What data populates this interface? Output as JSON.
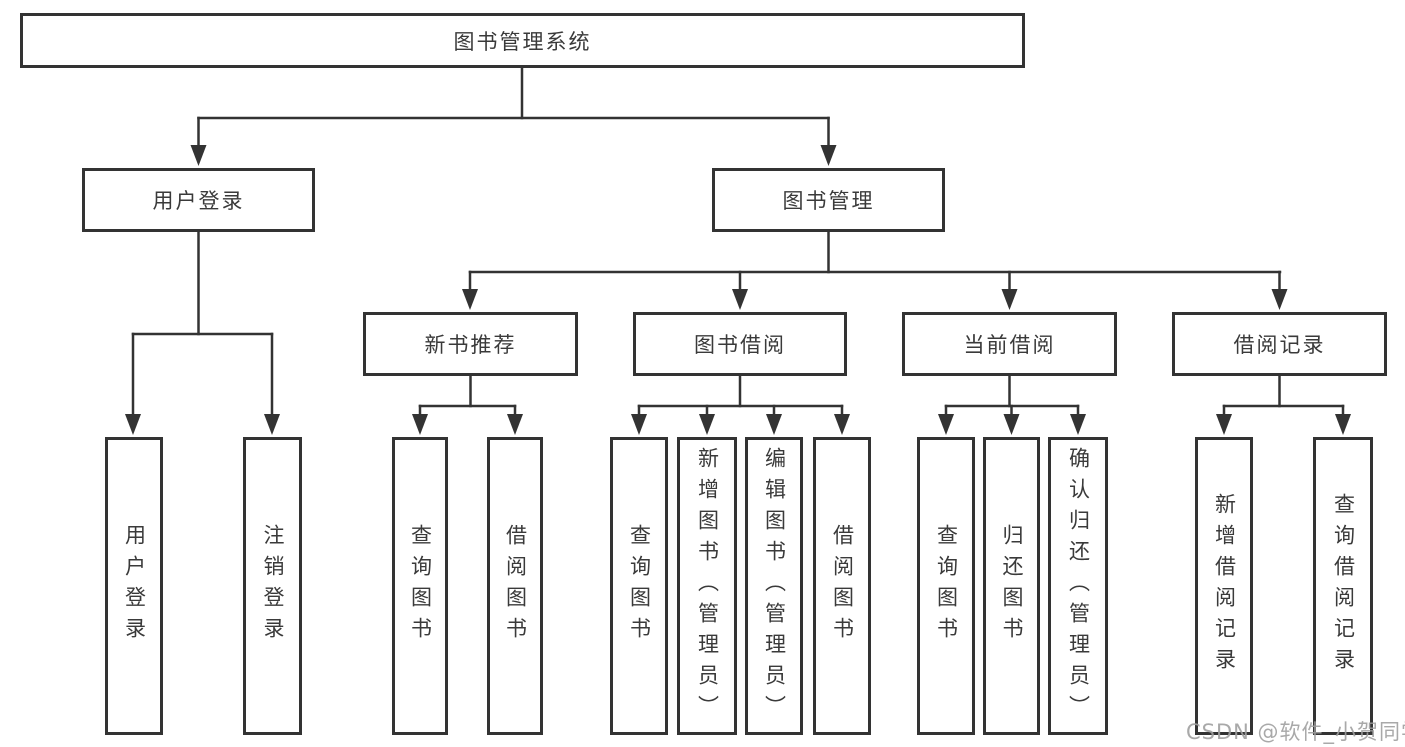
{
  "diagram": {
    "root": "图书管理系统",
    "level2": [
      "用户登录",
      "图书管理"
    ],
    "level3": [
      "新书推荐",
      "图书借阅",
      "当前借阅",
      "借阅记录"
    ],
    "leaves": {
      "user": [
        "用户登录",
        "注销登录"
      ],
      "newbook": [
        "查询图书",
        "借阅图书"
      ],
      "borrow": [
        "查询图书",
        "新增图书（管理员）",
        "编辑图书（管理员）",
        "借阅图书"
      ],
      "current": [
        "查询图书",
        "归还图书",
        "确认归还（管理员）"
      ],
      "records": [
        "新增借阅记录",
        "查询借阅记录"
      ]
    }
  },
  "watermark": "CSDN @软件_小贺同学",
  "colors": {
    "line": "#333333",
    "text": "#3a3a3a",
    "background": "#ffffff",
    "watermark": "#b0b0b0"
  }
}
